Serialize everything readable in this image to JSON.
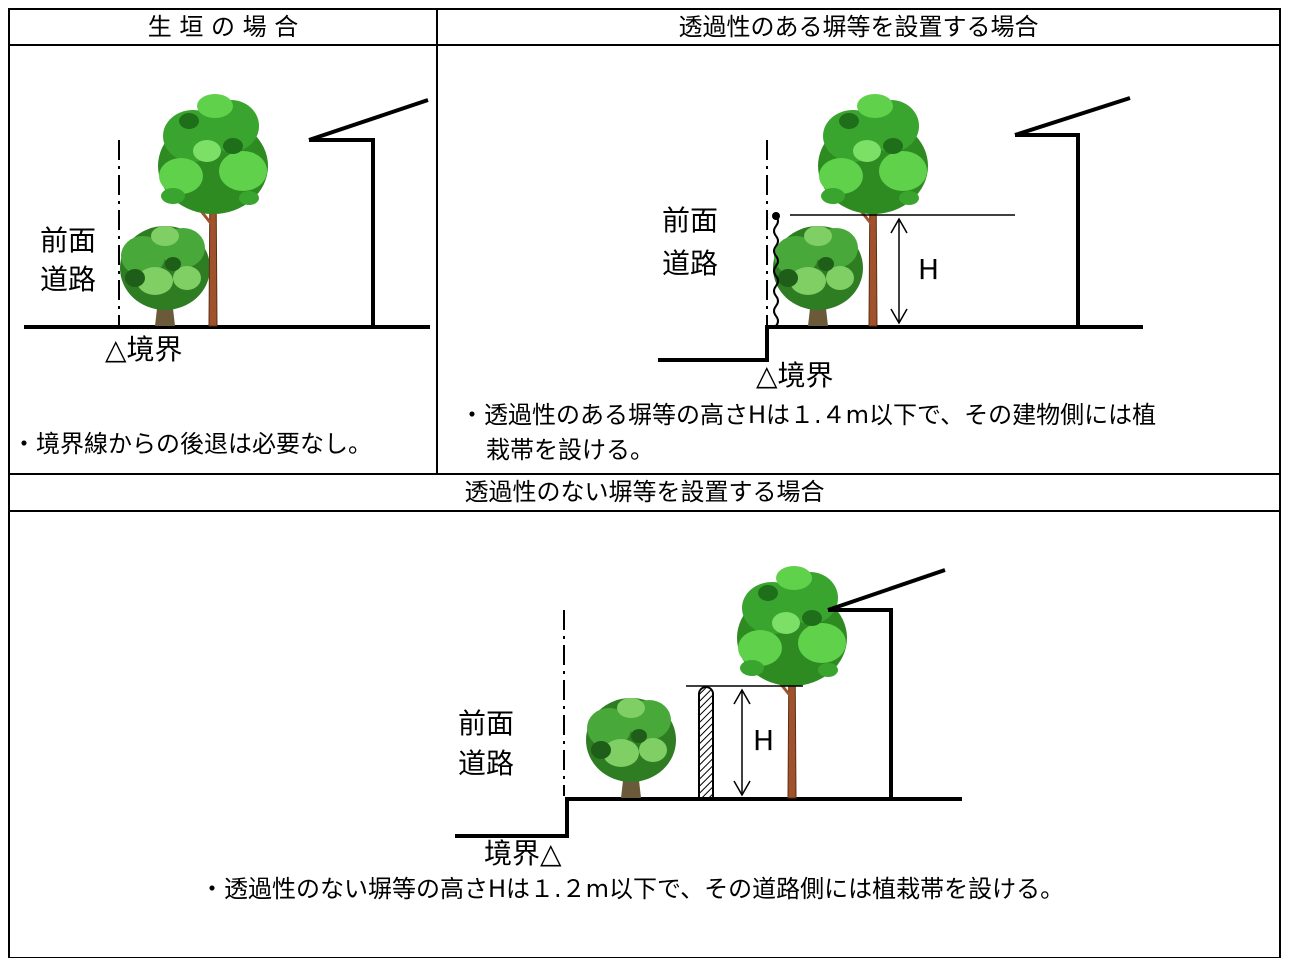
{
  "headers": {
    "hedge": "生 垣 の 場 合",
    "transparent": "透過性のある塀等を設置する場合",
    "opaque": "透過性のない塀等を設置する場合"
  },
  "labels": {
    "front_road": "前面",
    "front_road_2": "道路",
    "boundary_left": "△境界",
    "boundary_right": "境界△",
    "height": "H"
  },
  "notes": {
    "hedge": "・境界線からの後退は必要なし。",
    "transparent_line1": "・透過性のある塀等の高さHは１.４m以下で、その建物側には植",
    "transparent_line2": "栽帯を設ける。",
    "opaque": "・透過性のない塀等の高さHは１.２m以下で、その道路側には植栽帯を設ける。"
  },
  "colors": {
    "leaf_dark": "#1f7a1f",
    "leaf_light": "#5fd14a",
    "trunk": "#a0522d",
    "line": "#000000"
  }
}
